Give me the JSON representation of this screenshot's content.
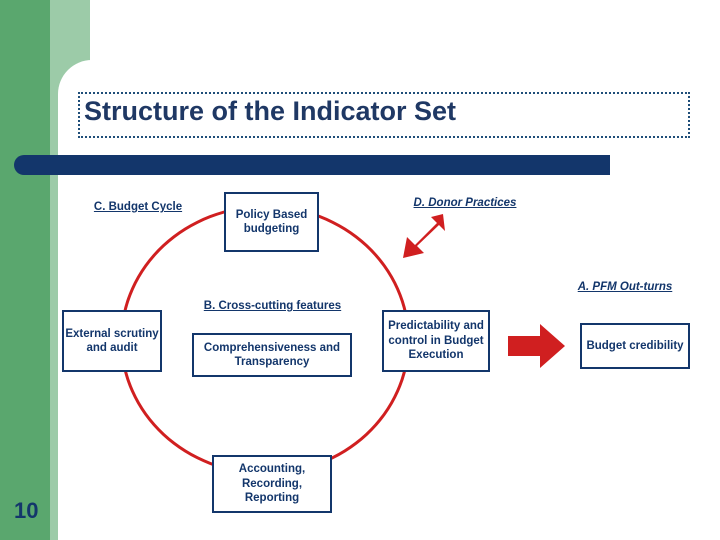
{
  "slide": {
    "title": "Structure of the Indicator Set",
    "page_number": "10"
  },
  "labels": {
    "budget_cycle": "C. Budget Cycle",
    "donor_practices": "D. Donor Practices",
    "pfm_out_turns": "A. PFM Out-turns",
    "cross_cutting": "B. Cross-cutting features"
  },
  "boxes": {
    "policy_based_budgeting": "Policy Based budgeting",
    "external_scrutiny": "External scrutiny and audit",
    "comprehensiveness": "Comprehensiveness and Transparency",
    "accounting": "Accounting, Recording, Reporting",
    "predictability": "Predictability and control in Budget Execution",
    "budget_credibility": "Budget credibility"
  },
  "icons": {
    "donor_arrow": "arrow-down-left-icon",
    "flow_arrow": "arrow-right-icon"
  },
  "colors": {
    "navy": "#13366b",
    "red": "#d01f20",
    "green": "#5aa76e",
    "green_light": "#9ccba8"
  }
}
